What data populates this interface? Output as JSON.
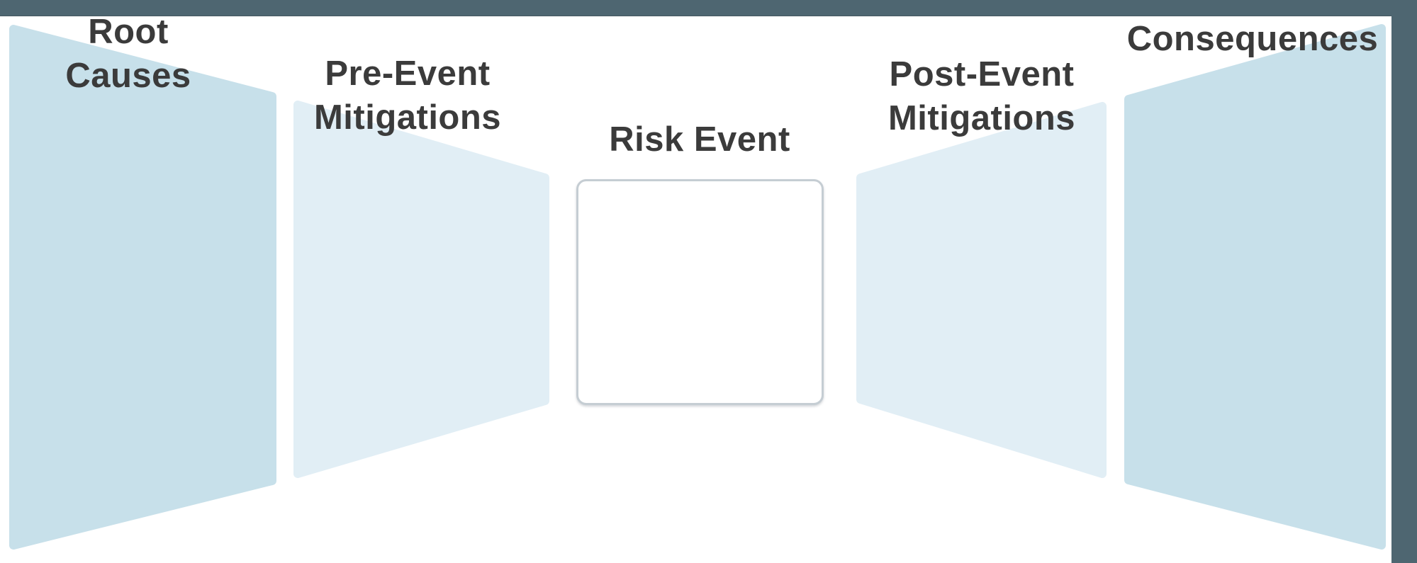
{
  "colors": {
    "frame": "#4e6671",
    "canvas_bg": "#ffffff",
    "panel_strong": "#c7e0ea",
    "panel_soft": "#e1eef5",
    "heading_text": "#3b3b3b",
    "risk_box_border": "#c5cdd3",
    "risk_box_fill": "#ffffff"
  },
  "diagram": {
    "panels": {
      "root_causes": {
        "label": "Root\nCauses"
      },
      "pre_event": {
        "label": "Pre-Event\nMitigations"
      },
      "risk_event": {
        "label": "Risk Event",
        "box_value": ""
      },
      "post_event": {
        "label": "Post-Event\nMitigations"
      },
      "consequences": {
        "label": "Consequences"
      }
    }
  }
}
